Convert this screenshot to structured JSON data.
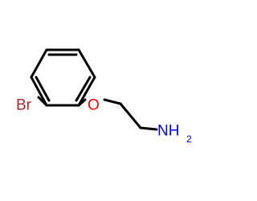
{
  "molecule": {
    "atoms": {
      "bromine": "Br",
      "oxygen": "O",
      "amine": "NH",
      "amine_subscript": "2"
    },
    "colors": {
      "bond": "#000000",
      "bromine": "#a52a2a",
      "oxygen": "#ff0000",
      "nitrogen": "#0000ff"
    }
  }
}
